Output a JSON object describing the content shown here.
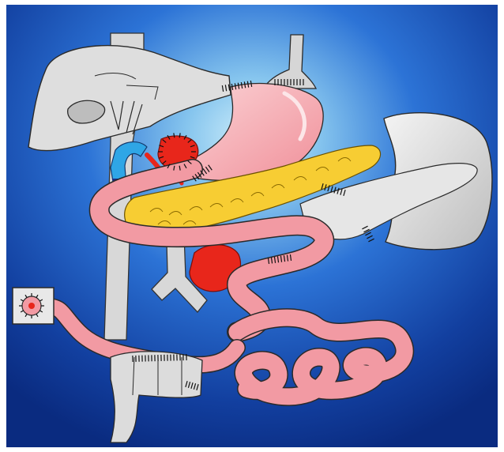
{
  "figure": {
    "kind": "anatomical-surgical-illustration",
    "caption_text": "",
    "palette": {
      "background_dark": "#0b2f86",
      "background_mid": "#1b5fcf",
      "background_light": "#bfe3f6",
      "organ_grey": "#dcdcdc",
      "organ_outline": "#222222",
      "stomach": "#f5a9b0",
      "stomach_highlight": "#fbd3d6",
      "intestine": "#f29aa3",
      "pancreas": "#f7cd33",
      "artery": "#e8261b",
      "bile_duct": "#2fa6e6",
      "vein_dark": "#1b2c8c"
    }
  },
  "structures": [
    {
      "id": "liver",
      "label": ""
    },
    {
      "id": "gallbladder",
      "label": ""
    },
    {
      "id": "aorta",
      "label": ""
    },
    {
      "id": "esophagus",
      "label": ""
    },
    {
      "id": "stomach-remnant",
      "label": ""
    },
    {
      "id": "pancreas",
      "label": ""
    },
    {
      "id": "spleen",
      "label": ""
    },
    {
      "id": "jejunal-loop",
      "label": ""
    },
    {
      "id": "small-bowel",
      "label": ""
    },
    {
      "id": "colon",
      "label": ""
    },
    {
      "id": "stoma-box",
      "label": ""
    }
  ]
}
